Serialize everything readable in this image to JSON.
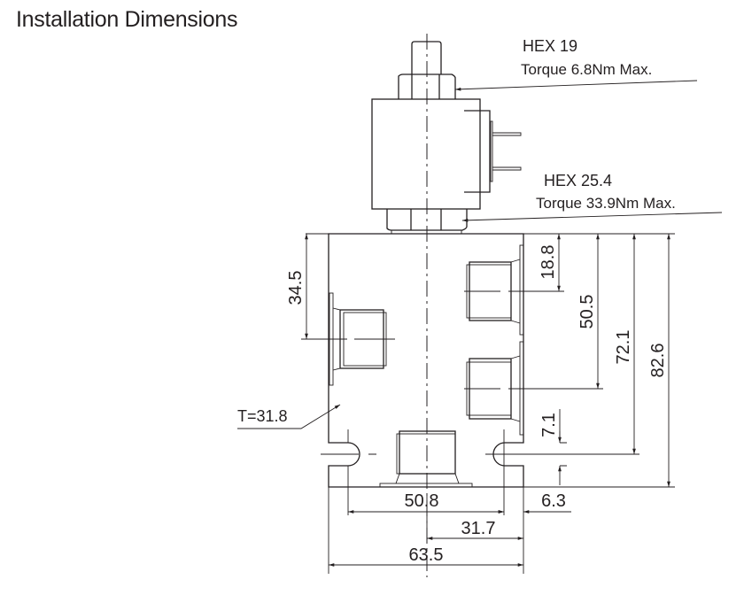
{
  "title": "Installation Dimensions",
  "callouts": {
    "upper_nut": {
      "hex": "HEX 19",
      "torque": "Torque 6.8Nm Max."
    },
    "lower_nut": {
      "hex": "HEX 25.4",
      "torque": "Torque 33.9Nm Max."
    },
    "thickness": "T=31.8"
  },
  "dimensions": {
    "left_port_height": "34.5",
    "port1_height": "18.8",
    "port2_height": "50.5",
    "mount_hole_height": "72.1",
    "overall_height": "82.6",
    "slot_width": "7.1",
    "hole_spacing": "50.8",
    "hole_edge_offset": "6.3",
    "center_to_edge": "31.7",
    "overall_width": "63.5"
  }
}
